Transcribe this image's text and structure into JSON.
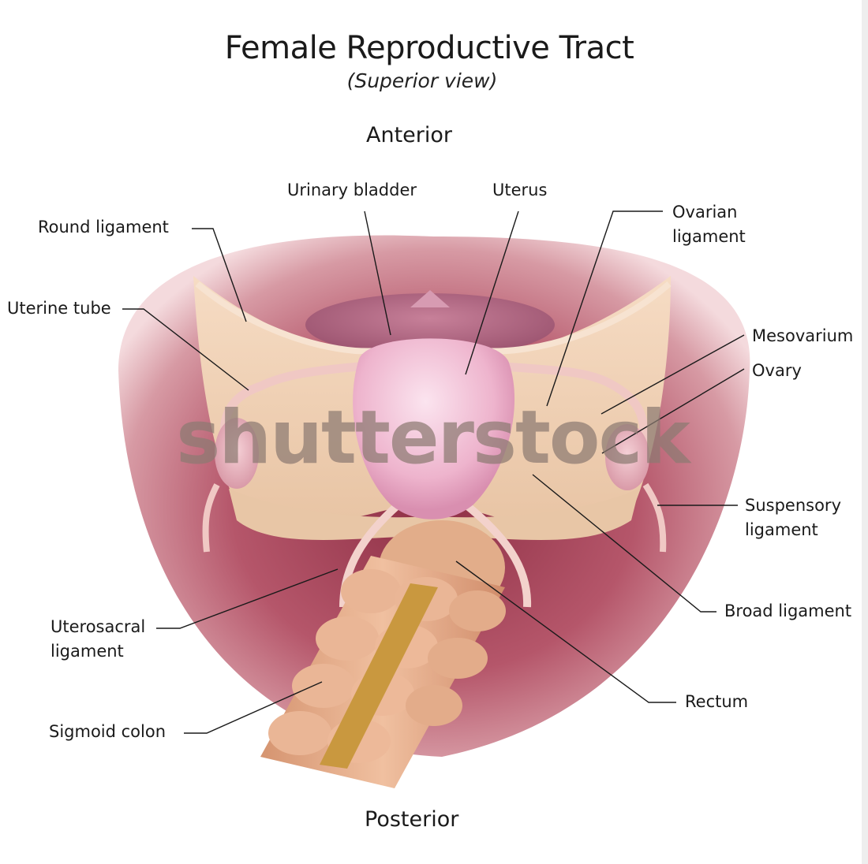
{
  "title": "Female Reproductive Tract",
  "subtitle": "(Superior view)",
  "orientation": {
    "top": "Anterior",
    "bottom": "Posterior"
  },
  "labels": {
    "urinary_bladder": "Urinary bladder",
    "uterus": "Uterus",
    "ovarian_ligament": [
      "Ovarian",
      "ligament"
    ],
    "round_ligament": "Round ligament",
    "uterine_tube": "Uterine tube",
    "mesovarium": "Mesovarium",
    "ovary": "Ovary",
    "suspensory_ligament": [
      "Suspensory",
      "ligament"
    ],
    "broad_ligament": "Broad ligament",
    "uterosacral_ligament": [
      "Uterosacral",
      "ligament"
    ],
    "rectum": "Rectum",
    "sigmoid_colon": "Sigmoid colon"
  },
  "watermark": "shutterstock",
  "colors": {
    "pelvis_rim": "#c98b92",
    "pelvis_inner": "#a84f5e",
    "broad_ligament": "#efcfb2",
    "uterus": "#f2c0d6",
    "bladder": "#b06a86",
    "colon": "#e0a988",
    "taenia": "#c9983f",
    "leader_line": "#1a1a1a"
  }
}
